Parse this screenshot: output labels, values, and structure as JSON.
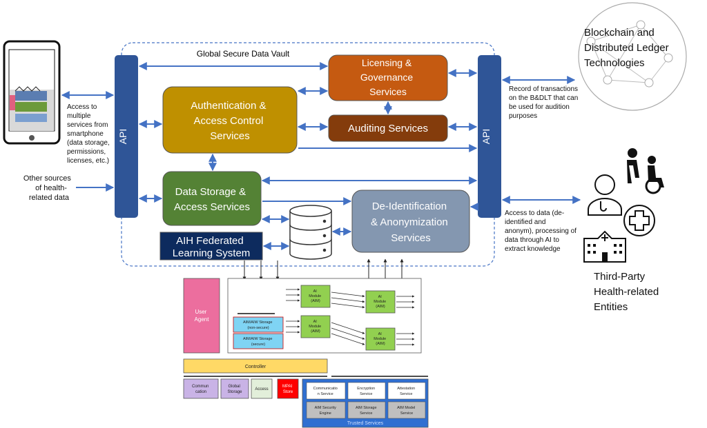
{
  "vault": {
    "title": "Global Secure Data Vault"
  },
  "api_left": {
    "label": "API"
  },
  "api_right": {
    "label": "API"
  },
  "boxes": {
    "licensing": {
      "lines": [
        "Licensing &",
        "Governance",
        "Services"
      ],
      "color": "#c55a11"
    },
    "auth": {
      "lines": [
        "Authentication &",
        "Access Control",
        "Services"
      ],
      "color": "#bf9000"
    },
    "auditing": {
      "lines": [
        "Auditing Services"
      ],
      "color": "#843c0c"
    },
    "storage": {
      "lines": [
        "Data Storage &",
        "Access Services"
      ],
      "color": "#548235"
    },
    "deid": {
      "lines": [
        "De-Identification",
        "& Anonymization",
        "Services"
      ],
      "color": "#8497b0"
    },
    "federated": {
      "lines": [
        "AIH Federated",
        "Learning System"
      ],
      "color": "#0d2b5e"
    }
  },
  "notes": {
    "smartphone": [
      "Access to",
      "multiple",
      "services from",
      "smartphone",
      "(data storage,",
      "permissions,",
      "licenses, etc.)"
    ],
    "other_sources": [
      "Other sources",
      "of health-",
      "related data"
    ],
    "blockchain_record": [
      "Record of transactions",
      "on the B&DLT that can",
      "be used for audition",
      "purposes"
    ],
    "third_party_access": [
      "Access to data (de-",
      "identified and",
      "anonym), processing of",
      "data through AI to",
      "extract knowledge"
    ]
  },
  "blockchain": {
    "lines": [
      "Blockchain and",
      "Distributed  Ledger",
      "Technologies"
    ]
  },
  "third_party": {
    "lines": [
      "Third-Party",
      "Health-related",
      "Entities"
    ]
  },
  "mpai": {
    "user_agent": [
      "User",
      "Agent"
    ],
    "aim_modules": [
      [
        "AI",
        "Module",
        "(AIM)"
      ],
      [
        "AI",
        "Module",
        "(AIM)"
      ],
      [
        "AI",
        "Module",
        "(AIM)"
      ],
      [
        "AI",
        "Module",
        "(AIM)"
      ]
    ],
    "storage_nonsecure": [
      "AIM/AIW Storage",
      "(non-secure)"
    ],
    "storage_secure": [
      "AIM/AIW Storage",
      "(secure)"
    ],
    "controller": "Controller",
    "communication": [
      "Commun",
      "cation"
    ],
    "global_storage": [
      "Global",
      "Storage"
    ],
    "access": "Access",
    "mpai_store": [
      "MPAI",
      "Store"
    ],
    "trusted": {
      "communication_service": [
        "Communicatio",
        "n Service"
      ],
      "encryption_service": [
        "Encryption",
        "Service"
      ],
      "attestation_service": [
        "Attestation",
        "Service"
      ],
      "aim_security_engine": [
        "AIM Security",
        "Engine"
      ],
      "aim_storage_service": [
        "AIM Storage",
        "Service"
      ],
      "aim_model_service": [
        "AIM Model",
        "Service"
      ],
      "label": "Trusted Services"
    }
  }
}
